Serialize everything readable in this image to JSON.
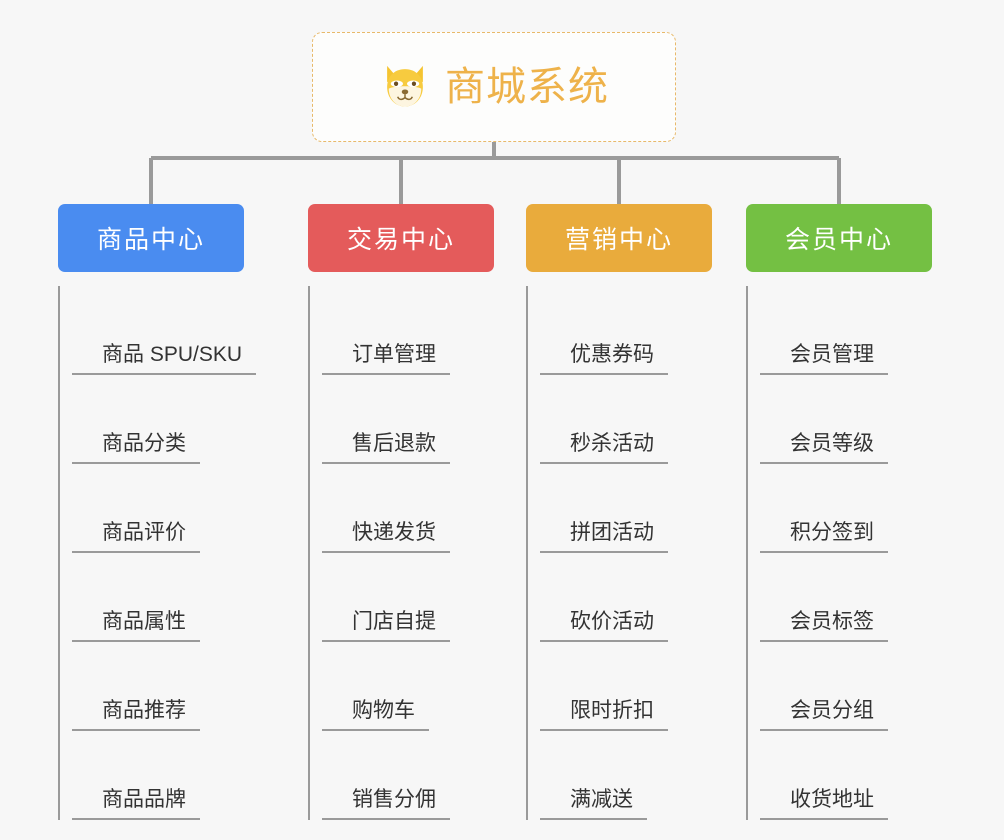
{
  "root": {
    "title": "商城系统",
    "icon": "shiba-dog-face-icon",
    "border_color": "#e8b96a",
    "title_color": "#eeb24a",
    "background": "#fdfdfc"
  },
  "canvas": {
    "background": "#f7f7f7",
    "connector_color": "#9a9a9a"
  },
  "columns": [
    {
      "title": "商品中心",
      "color": "#4a8cf0",
      "items": [
        "商品 SPU/SKU",
        "商品分类",
        "商品评价",
        "商品属性",
        "商品推荐",
        "商品品牌"
      ]
    },
    {
      "title": "交易中心",
      "color": "#e45b5b",
      "items": [
        "订单管理",
        "售后退款",
        "快递发货",
        "门店自提",
        "购物车",
        "销售分佣"
      ]
    },
    {
      "title": "营销中心",
      "color": "#e9ab3c",
      "items": [
        "优惠券码",
        "秒杀活动",
        "拼团活动",
        "砍价活动",
        "限时折扣",
        "满减送"
      ]
    },
    {
      "title": "会员中心",
      "color": "#74c043",
      "items": [
        "会员管理",
        "会员等级",
        "积分签到",
        "会员标签",
        "会员分组",
        "收货地址"
      ]
    }
  ]
}
